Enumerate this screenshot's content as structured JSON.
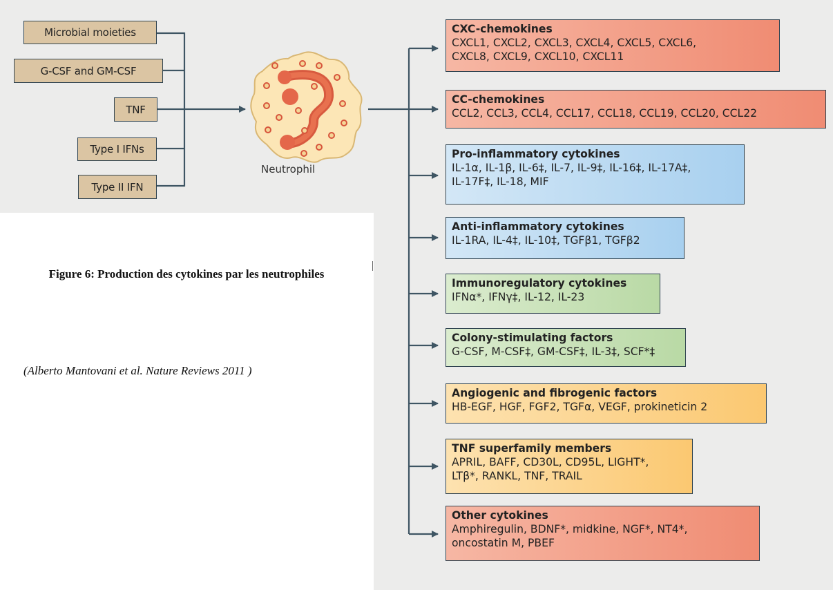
{
  "inputs": [
    {
      "label": "Microbial moieties"
    },
    {
      "label": "G-CSF and GM-CSF"
    },
    {
      "label": "TNF"
    },
    {
      "label": "Type I IFNs"
    },
    {
      "label": "Type II IFN"
    }
  ],
  "cell": {
    "label": "Neutrophil"
  },
  "outputs": [
    {
      "title": "CXC-chemokines",
      "items": "CXCL1, CXCL2, CXCL3, CXCL4, CXCL5, CXCL6,\nCXCL8,  CXCL9,  CXCL10,  CXCL11",
      "color": "#f4a58e"
    },
    {
      "title": "CC-chemokines",
      "items": "CCL2, CCL3, CCL4, CCL17, CCL18, CCL19, CCL20, CCL22",
      "color": "#f4a58e"
    },
    {
      "title": "Pro-inflammatory cytokines",
      "items": "IL-1α, IL-1β, IL-6‡, IL-7, IL-9‡, IL-16‡, IL-17A‡,\nIL-17F‡, IL-18, MIF",
      "color": "#bcdcf3"
    },
    {
      "title": "Anti-inflammatory cytokines",
      "items": "IL-1RA, IL-4‡, IL-10‡, TGFβ1, TGFβ2",
      "color": "#bcdcf3"
    },
    {
      "title": "Immunoregulatory cytokines",
      "items": "IFNα*, IFNγ‡, IL-12, IL-23",
      "color": "#c9e3b9"
    },
    {
      "title": "Colony-stimulating factors",
      "items": "G-CSF, M-CSF‡, GM-CSF‡, IL-3‡, SCF*‡",
      "color": "#c9e3b9"
    },
    {
      "title": "Angiogenic and fibrogenic factors",
      "items": "HB-EGF, HGF, FGF2, TGFα, VEGF, prokineticin 2",
      "color": "#fcd38f"
    },
    {
      "title": "TNF superfamily members",
      "items": "APRIL, BAFF, CD30L, CD95L, LIGHT*,\nLTβ*, RANKL, TNF, TRAIL",
      "color": "#fcd38f"
    },
    {
      "title": "Other cytokines",
      "items": "Amphiregulin, BDNF*, midkine, NGF*, NT4*,\noncostatin M, PBEF",
      "color": "#f4a58e"
    }
  ],
  "figure": {
    "title": "Figure 6: Production  des cytokines par les neutrophiles",
    "citation": "(Alberto Mantovani et al. Nature Reviews 2011 )"
  }
}
